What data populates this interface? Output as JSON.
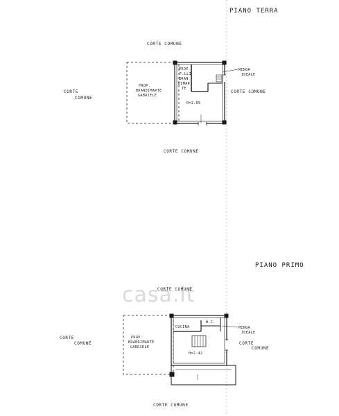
{
  "ground_floor": {
    "title": "PIANO TERRA",
    "labels": {
      "top": "CORTE COMUNE",
      "left_1": "CORTE",
      "left_2": "COMUNE",
      "right": "CORTE COMUNE",
      "bottom": "CORTE COMUNE",
      "owner_1": "PROP.",
      "owner_2": "BRANDIMARTE",
      "owner_3": "GABRIELE",
      "inner_1": "PROP.",
      "inner_2": "F.LLI",
      "inner_3": "BRAN.",
      "inner_4": "DIMAR.",
      "inner_5": "TE",
      "height": "H=2.65",
      "wall_1": "MINGA",
      "wall_2": "IDEALE"
    }
  },
  "first_floor": {
    "title": "PIANO PRIMO",
    "labels": {
      "top": "CORTE COMUNE",
      "left_1": "CORTE",
      "left_2": "COMUNE",
      "right_1": "CORTE",
      "right_2": "COMUNE",
      "bottom": "CORTE COMUNE",
      "owner_1": "PROP.",
      "owner_2": "BRANDIMARTE",
      "owner_3": "GABRIELE",
      "kitchen": "CUCINA",
      "wc": "W.C.",
      "height": "H=2.42",
      "wall_1": "MINGA",
      "wall_2": "IDEALE"
    }
  },
  "watermark": {
    "text": "casa.it"
  }
}
